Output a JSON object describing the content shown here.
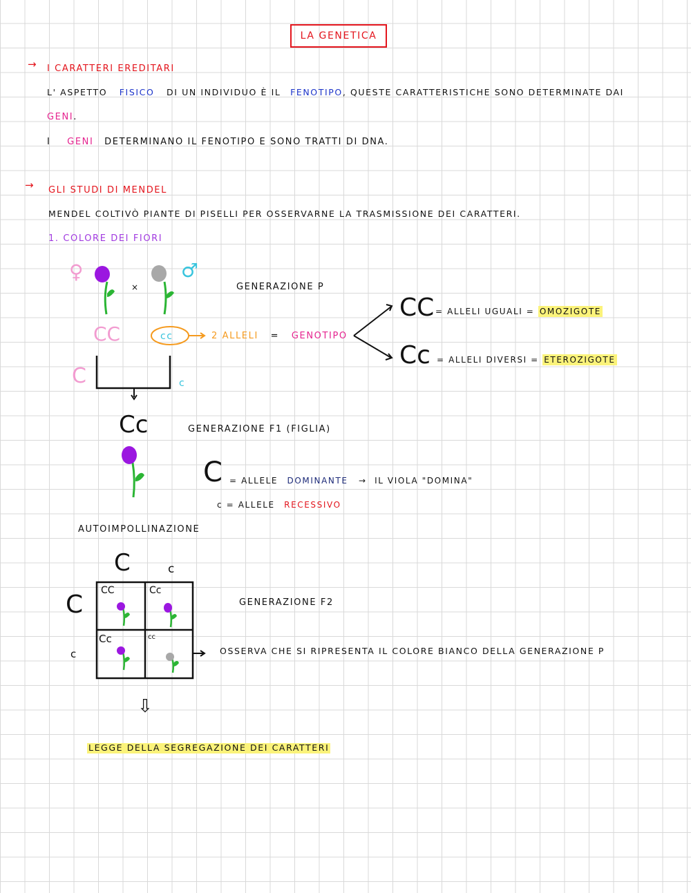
{
  "title": "LA GENETICA",
  "section1": {
    "arrow": "→",
    "heading": "I CARATTERI EREDITARI",
    "line1": {
      "a": "L' ASPETTO",
      "b": "FISICO",
      "c": "DI UN INDIVIDUO È IL",
      "d": "FENOTIPO",
      "e": ", QUESTE CARATTERISTICHE SONO DETERMINATE DAI"
    },
    "line2": {
      "a": "GENI",
      "b": "."
    },
    "line3": {
      "a": "I",
      "b": "GENI",
      "c": "DETERMINANO IL FENOTIPO E SONO TRATTI DI DNA."
    }
  },
  "section2": {
    "arrow": "→",
    "heading": "GLI STUDI DI MENDEL",
    "line1": "MENDEL COLTIVÒ PIANTE DI PISELLI PER OSSERVARNE LA TRASMISSIONE DEI CARATTERI.",
    "sub": "1. COLORE DEI FIORI"
  },
  "diagram": {
    "female_symbol": "♀",
    "male_symbol": "♂",
    "cross": "×",
    "gen_p": "GENERAZIONE P",
    "parent1_genotype": "CC",
    "parent2_genotype": "cc",
    "alleles_text": "2 ALLELI",
    "equals": "=",
    "genotype_word": "GENOTIPO",
    "branch_top_big": "CC",
    "branch_top_text": "= ALLELI UGUALI =",
    "omozigote": "OMOZIGOTE",
    "branch_bot_big": "Cc",
    "branch_bot_text": "= ALLELI DIVERSI =",
    "eterozigote": "ETEROZIGOTE",
    "gamete1": "C",
    "gamete2": "c",
    "f1_genotype": "Cc",
    "gen_f1": "GENERAZIONE F1 (FIGLIA)",
    "dominant_big": "C",
    "dominant_text": "= ALLELE",
    "dominante": "DOMINANTE",
    "dominant_arrow": "→",
    "dominant_rest": "IL VIOLA \"DOMINA\"",
    "recessive_letter": "c",
    "recessive_text": "= ALLELE",
    "recessivo": "RECESSIVO",
    "autoimpollinazione": "AUTOIMPOLLINAZIONE",
    "punnett_col1": "C",
    "punnett_col2": "c",
    "punnett_row1": "C",
    "punnett_row2": "c",
    "cell_11": "CC",
    "cell_12": "Cc",
    "cell_21": "Cc",
    "cell_22": "cc",
    "gen_f2": "GENERAZIONE F2",
    "observe": "OSSERVA CHE SI RIPRESENTA IL COLORE BIANCO DELLA GENERAZIONE P",
    "down_arrow": "⇩",
    "law": "LEGGE DELLA SEGREGAZIONE DEI CARATTERI"
  },
  "colors": {
    "red": "#e3141c",
    "blue": "#1b33c9",
    "pink": "#e5238f",
    "purple_flower": "#9b17e0",
    "grey_flower": "#a8a8a8",
    "stem": "#2bb534",
    "orange": "#f59a1e",
    "highlight": "#fbf37a"
  }
}
